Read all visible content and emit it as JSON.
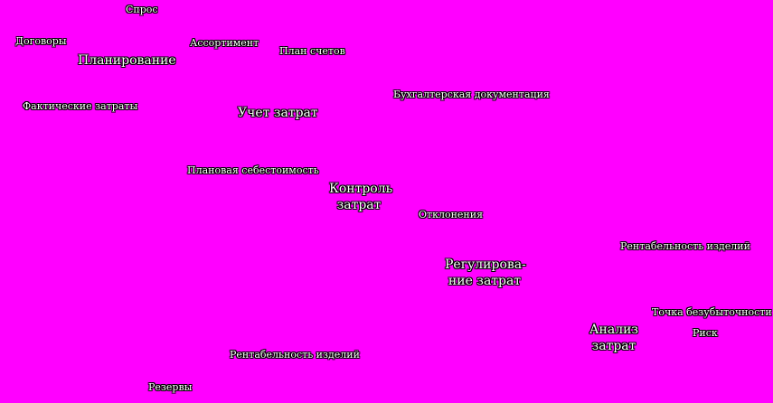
{
  "colors": {
    "background": "#ff00ff",
    "text": "#ffffff",
    "outline": "#000000"
  },
  "nodes": {
    "planning": "Планирование",
    "cost_accounting": "Учет затрат",
    "cost_control_l1": "Контроль",
    "cost_control_l2": "затрат",
    "cost_regulation_l1": "Регулирова-",
    "cost_regulation_l2": "ние затрат",
    "cost_analysis_l1": "Анализ",
    "cost_analysis_l2": "затрат"
  },
  "labels": {
    "demand": "Спрос",
    "contracts": "Договоры",
    "assortment": "Ассортимент",
    "chart_of_accounts": "План счетов",
    "actual_costs": "Фактические затраты",
    "accounting_docs": "Бухгалтерская документация",
    "planned_cost_price": "Плановая себестоимость",
    "deviations": "Отклонения",
    "product_profitability_right": "Рентабельность изделий",
    "break_even_point": "Точка безубыточности",
    "risk": "Риск",
    "product_profitability_bottom": "Рентабельность изделий",
    "reserves": "Резервы"
  }
}
